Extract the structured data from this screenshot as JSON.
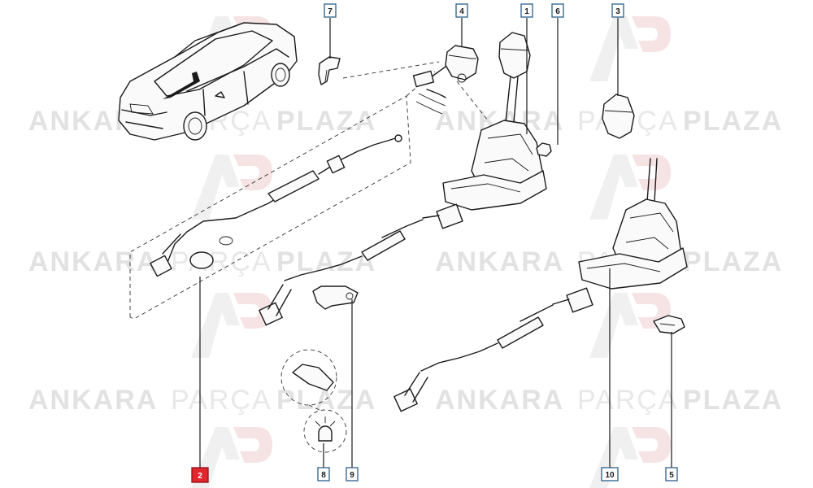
{
  "watermark": {
    "brand_bold_1": "ANKARA",
    "brand_light": "PARÇA",
    "brand_bold_2": "PLAZA"
  },
  "labels": [
    {
      "id": "1",
      "highlight": false
    },
    {
      "id": "2",
      "highlight": true
    },
    {
      "id": "3",
      "highlight": false
    },
    {
      "id": "4",
      "highlight": false
    },
    {
      "id": "5",
      "highlight": false
    },
    {
      "id": "6",
      "highlight": false
    },
    {
      "id": "7",
      "highlight": false
    },
    {
      "id": "8",
      "highlight": false
    },
    {
      "id": "9",
      "highlight": false
    },
    {
      "id": "10",
      "highlight": false
    }
  ],
  "colors": {
    "label_border": "#2d5f8a",
    "highlight": "#e3262e"
  }
}
